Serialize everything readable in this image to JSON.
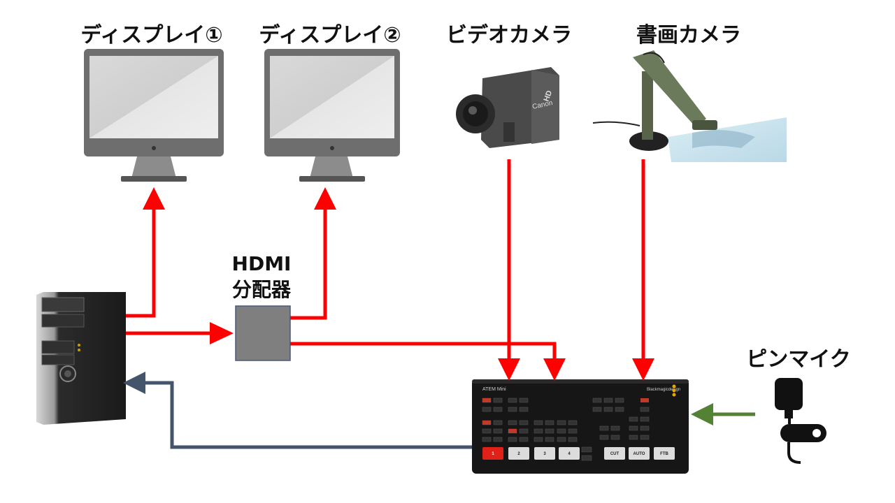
{
  "labels": {
    "display1": "ディスプレイ①",
    "display2": "ディスプレイ②",
    "video_camera": "ビデオカメラ",
    "document_camera": "書画カメラ",
    "hdmi_line1": "HDMI",
    "hdmi_line2": "分配器",
    "pin_mic": "ピンマイク"
  },
  "switcher": {
    "model": "ATEM Mini",
    "brand": "Blackmagicdesign",
    "buttons": [
      "1",
      "2",
      "3",
      "4",
      "CUT",
      "AUTO",
      "FTB"
    ]
  },
  "camcorder": {
    "brand": "Canon",
    "badge": "HD"
  },
  "colors": {
    "red_signal": "#ff0000",
    "pc_return": "#44546a",
    "mic_signal": "#548235",
    "splitter": "#7f7f7f"
  }
}
